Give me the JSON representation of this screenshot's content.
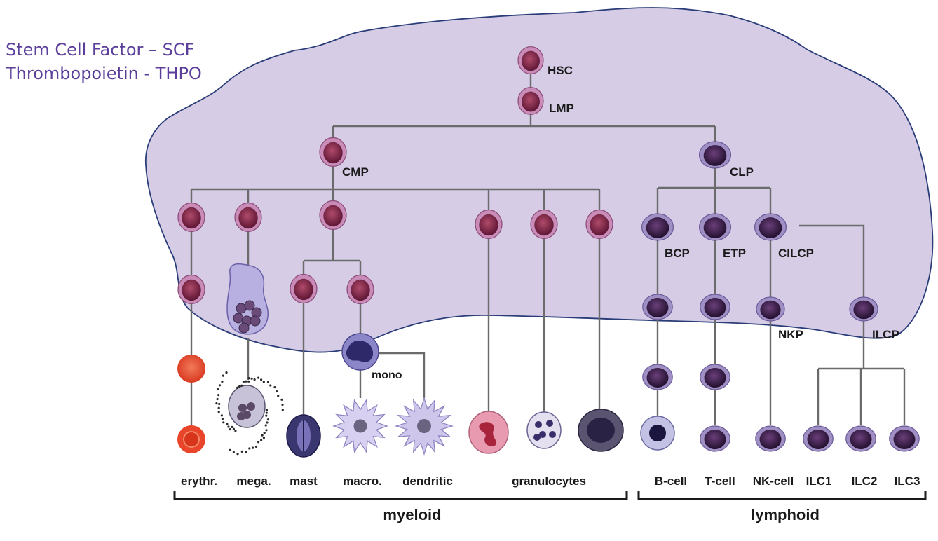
{
  "factors": {
    "line1": "Stem Cell Factor – SCF",
    "line2": "Thrombopoietin - THPO"
  },
  "colors": {
    "niche_fill": "#d6cce6",
    "niche_stroke": "#2a3d78",
    "myeloid_cell": "#7a2a4a",
    "myeloid_ring": "#c98bb8",
    "lymphoid_cell": "#3a1f4d",
    "lymphoid_ring": "#9f8fc4",
    "erythrocyte": "#e8452b",
    "line": "#6b6b6b"
  },
  "nodes": {
    "hsc": "HSC",
    "lmp": "LMP",
    "cmp": "CMP",
    "clp": "CLP",
    "bcp": "BCP",
    "etp": "ETP",
    "cilcp": "CILCP",
    "nkp": "NKP",
    "ilcp": "ILCP",
    "mono": "mono"
  },
  "cells": {
    "erythr": "erythr.",
    "mega": "mega.",
    "mast": "mast",
    "macro": "macro.",
    "dendritic": "dendritic",
    "granulocytes": "granulocytes",
    "bcell": "B-cell",
    "tcell": "T-cell",
    "nkcell": "NK-cell",
    "ilc1": "ILC1",
    "ilc2": "ILC2",
    "ilc3": "ILC3"
  },
  "lineages": {
    "myeloid": "myeloid",
    "lymphoid": "lymphoid"
  }
}
